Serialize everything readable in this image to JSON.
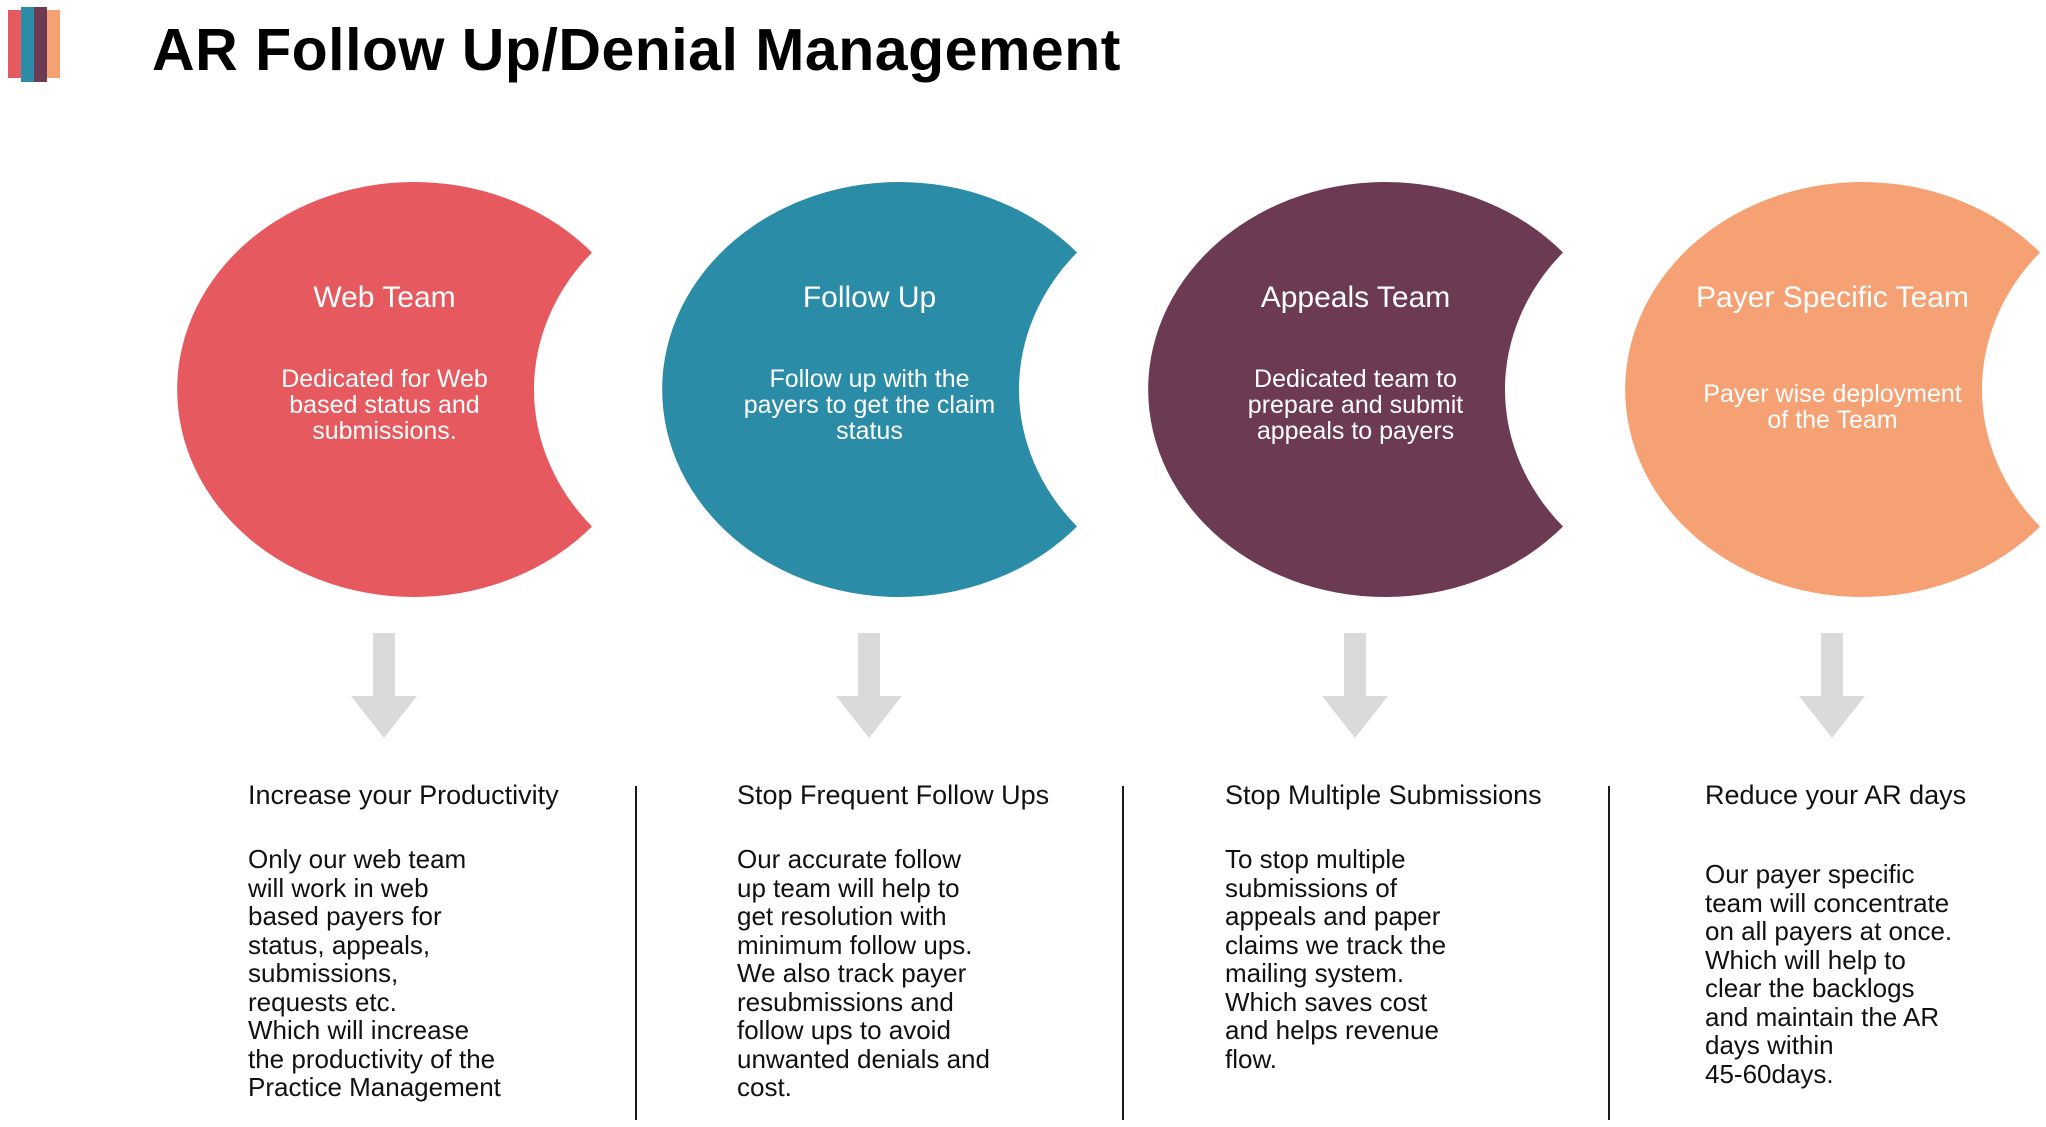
{
  "page": {
    "title": "AR Follow Up/Denial Management"
  },
  "logo": {
    "stripe_colors": [
      "#E6595E",
      "#2A8CA6",
      "#6C3A53",
      "#F5A173"
    ]
  },
  "colors": {
    "red": "#E6595E",
    "teal": "#2A8CA6",
    "maroon": "#6C3A53",
    "orange": "#F5A173",
    "arrow": "#DADADA",
    "divider": "#1A1A1A",
    "shape_text": "#FFFFFF"
  },
  "stages": [
    {
      "shape_color": "#E6595E",
      "shape_title": "Web Team",
      "shape_text": "Dedicated for Web\nbased status and\nsubmissions.",
      "benefit_title": "Increase your Productivity",
      "benefit_text": "Only our web team\nwill work in web\nbased payers for\nstatus, appeals,\nsubmissions,\nrequests etc.\nWhich will increase\nthe productivity of the\nPractice Management"
    },
    {
      "shape_color": "#2A8CA6",
      "shape_title": "Follow Up",
      "shape_text": "Follow up with the\npayers to get the claim\nstatus",
      "benefit_title": "Stop Frequent Follow Ups",
      "benefit_text": "Our accurate follow\nup team will help to\nget resolution with\nminimum follow ups.\nWe also track payer\nresubmissions and\nfollow ups to avoid\nunwanted denials and\ncost."
    },
    {
      "shape_color": "#6C3A53",
      "shape_title": "Appeals Team",
      "shape_text": "Dedicated team to\nprepare and submit\nappeals to payers",
      "benefit_title": "Stop Multiple Submissions",
      "benefit_text": "To stop multiple\nsubmissions of\nappeals and paper\nclaims we track the\nmailing system.\nWhich saves cost\nand helps revenue\nflow."
    },
    {
      "shape_color": "#F5A173",
      "shape_title": "Payer Specific Team",
      "shape_text": "Payer wise deployment\nof the Team",
      "benefit_title": "Reduce your AR days",
      "benefit_text": "Our payer specific\nteam will concentrate\non all payers at once.\nWhich will help to\nclear the backlogs\nand maintain the AR\ndays within\n45-60days."
    }
  ]
}
